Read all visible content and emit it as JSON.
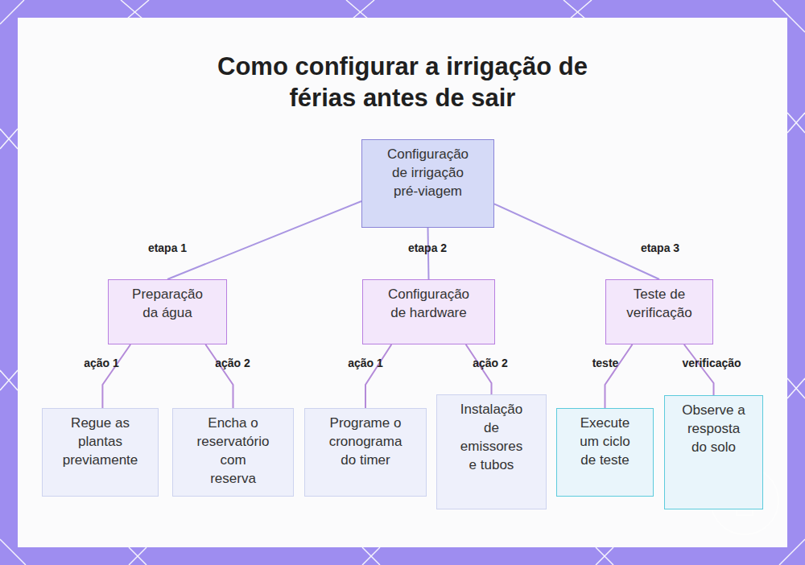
{
  "diagram": {
    "title": "Como configurar a irrigação de férias antes de sair",
    "nodes": [
      {
        "text": [
          "Configuração de irrigação pré-viagem"
        ]
      },
      {
        "text": [
          "Preparação da água"
        ]
      },
      {
        "text": [
          "Configuração de hardware"
        ]
      },
      {
        "text": [
          "Teste de verificação"
        ]
      },
      {
        "text": [
          "Regue as plantas previamente"
        ]
      },
      {
        "text": [
          "Encha o reservatório com reserva"
        ]
      },
      {
        "text": [
          "Programe o cronograma do timer"
        ]
      },
      {
        "text": [
          "Instalação de emissores e tubos"
        ]
      },
      {
        "text": [
          "Execute um ciclo de teste"
        ]
      },
      {
        "text": [
          "Observe a resposta do solo"
        ]
      }
    ],
    "edges": [
      {
        "from": 0,
        "to": 1,
        "label": "etapa 1",
        "arrow": "none"
      },
      {
        "from": 0,
        "to": 2,
        "label": "etapa 2",
        "arrow": "none"
      },
      {
        "from": 0,
        "to": 3,
        "label": "etapa 3",
        "arrow": "none"
      },
      {
        "from": 1,
        "to": 4,
        "label": "ação 1",
        "arrow": "none"
      },
      {
        "from": 1,
        "to": 5,
        "label": "ação 2",
        "arrow": "none"
      },
      {
        "from": 2,
        "to": 6,
        "label": "ação 1",
        "arrow": "none"
      },
      {
        "from": 2,
        "to": 7,
        "label": "ação 2",
        "arrow": "none"
      },
      {
        "from": 3,
        "to": 8,
        "label": "teste",
        "arrow": "none"
      },
      {
        "from": 3,
        "to": 9,
        "label": "verificação",
        "arrow": "none"
      }
    ]
  }
}
